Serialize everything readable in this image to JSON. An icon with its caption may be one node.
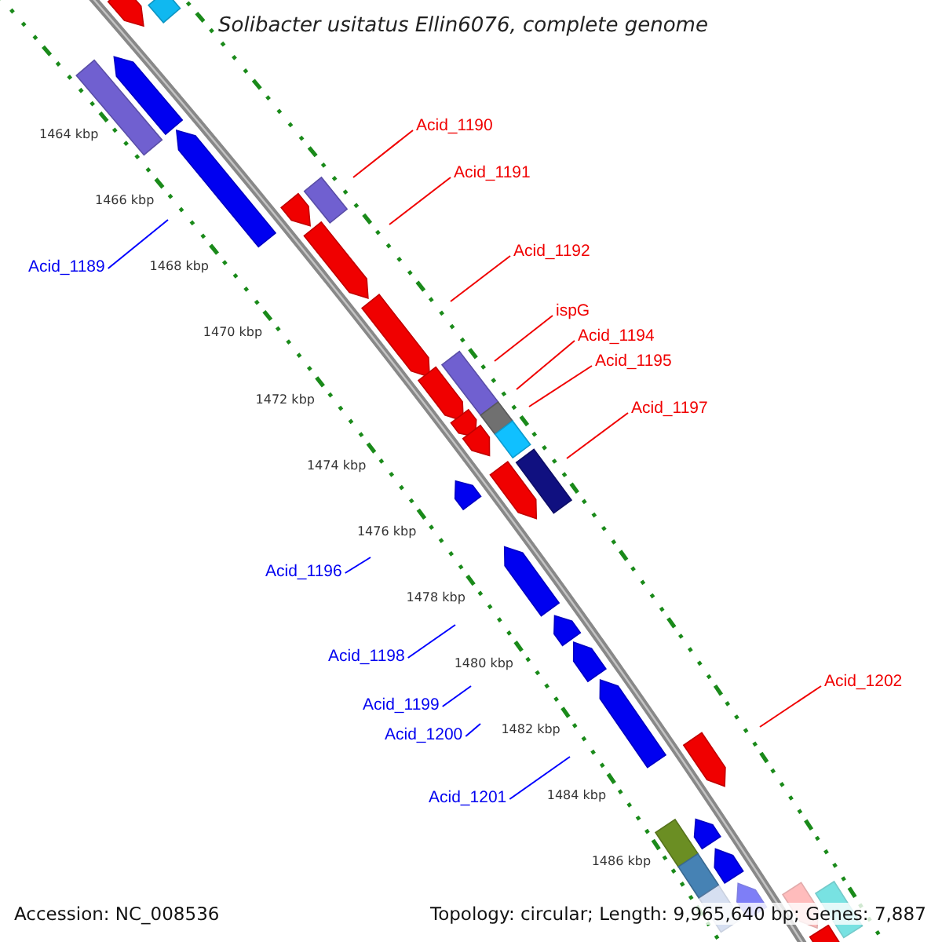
{
  "diagram": {
    "title": "Solibacter usitatus Ellin6076, complete genome",
    "nodes": [
      {
        "text": [
          "Acid_1190"
        ]
      },
      {
        "text": [
          "Acid_1191"
        ]
      },
      {
        "text": [
          "Acid_1192"
        ]
      },
      {
        "text": [
          "Acid_1189"
        ]
      },
      {
        "text": [
          "ispG"
        ]
      },
      {
        "text": [
          "Acid_1194"
        ]
      },
      {
        "text": [
          "Acid_1195"
        ]
      },
      {
        "text": [
          "Acid_1197"
        ]
      },
      {
        "text": [
          "Acid_1196"
        ]
      },
      {
        "text": [
          "Acid_1198"
        ]
      },
      {
        "text": [
          "Acid_1202"
        ]
      },
      {
        "text": [
          "Acid_1199"
        ]
      },
      {
        "text": [
          "Acid_1200"
        ]
      },
      {
        "text": [
          "Acid_1201"
        ]
      }
    ],
    "edges": [
      {
        "from": 0,
        "to": null,
        "arrow": "none"
      },
      {
        "from": 1,
        "to": null,
        "arrow": "none"
      },
      {
        "from": 2,
        "to": null,
        "arrow": "none"
      },
      {
        "from": 3,
        "to": null,
        "arrow": "none",
        "color": "#0000ff"
      },
      {
        "from": 4,
        "to": null,
        "arrow": "none"
      },
      {
        "from": 5,
        "to": null,
        "arrow": "none"
      },
      {
        "from": 6,
        "to": null,
        "arrow": "none"
      },
      {
        "from": 7,
        "to": null,
        "arrow": "none"
      },
      {
        "from": 8,
        "to": null,
        "arrow": "none",
        "color": "#0000ff"
      },
      {
        "from": 9,
        "to": null,
        "arrow": "none",
        "color": "#0000ff"
      },
      {
        "from": 10,
        "to": null,
        "arrow": "none"
      },
      {
        "from": 11,
        "to": null,
        "arrow": "none",
        "color": "#0000ff"
      },
      {
        "from": 12,
        "to": null,
        "arrow": "none",
        "color": "#0000ff"
      },
      {
        "from": 13,
        "to": null,
        "arrow": "none",
        "color": "#0000ff"
      }
    ],
    "labels": [
      "1464 kbp",
      "1466 kbp",
      "1468 kbp",
      "1470 kbp",
      "1472 kbp",
      "1474 kbp",
      "1476 kbp",
      "1478 kbp",
      "1480 kbp",
      "1482 kbp",
      "1484 kbp",
      "1486 kbp",
      "Accession: NC_008536",
      "Topology: circular; Length: 9,965,640 bp; Genes: 7,887"
    ]
  }
}
